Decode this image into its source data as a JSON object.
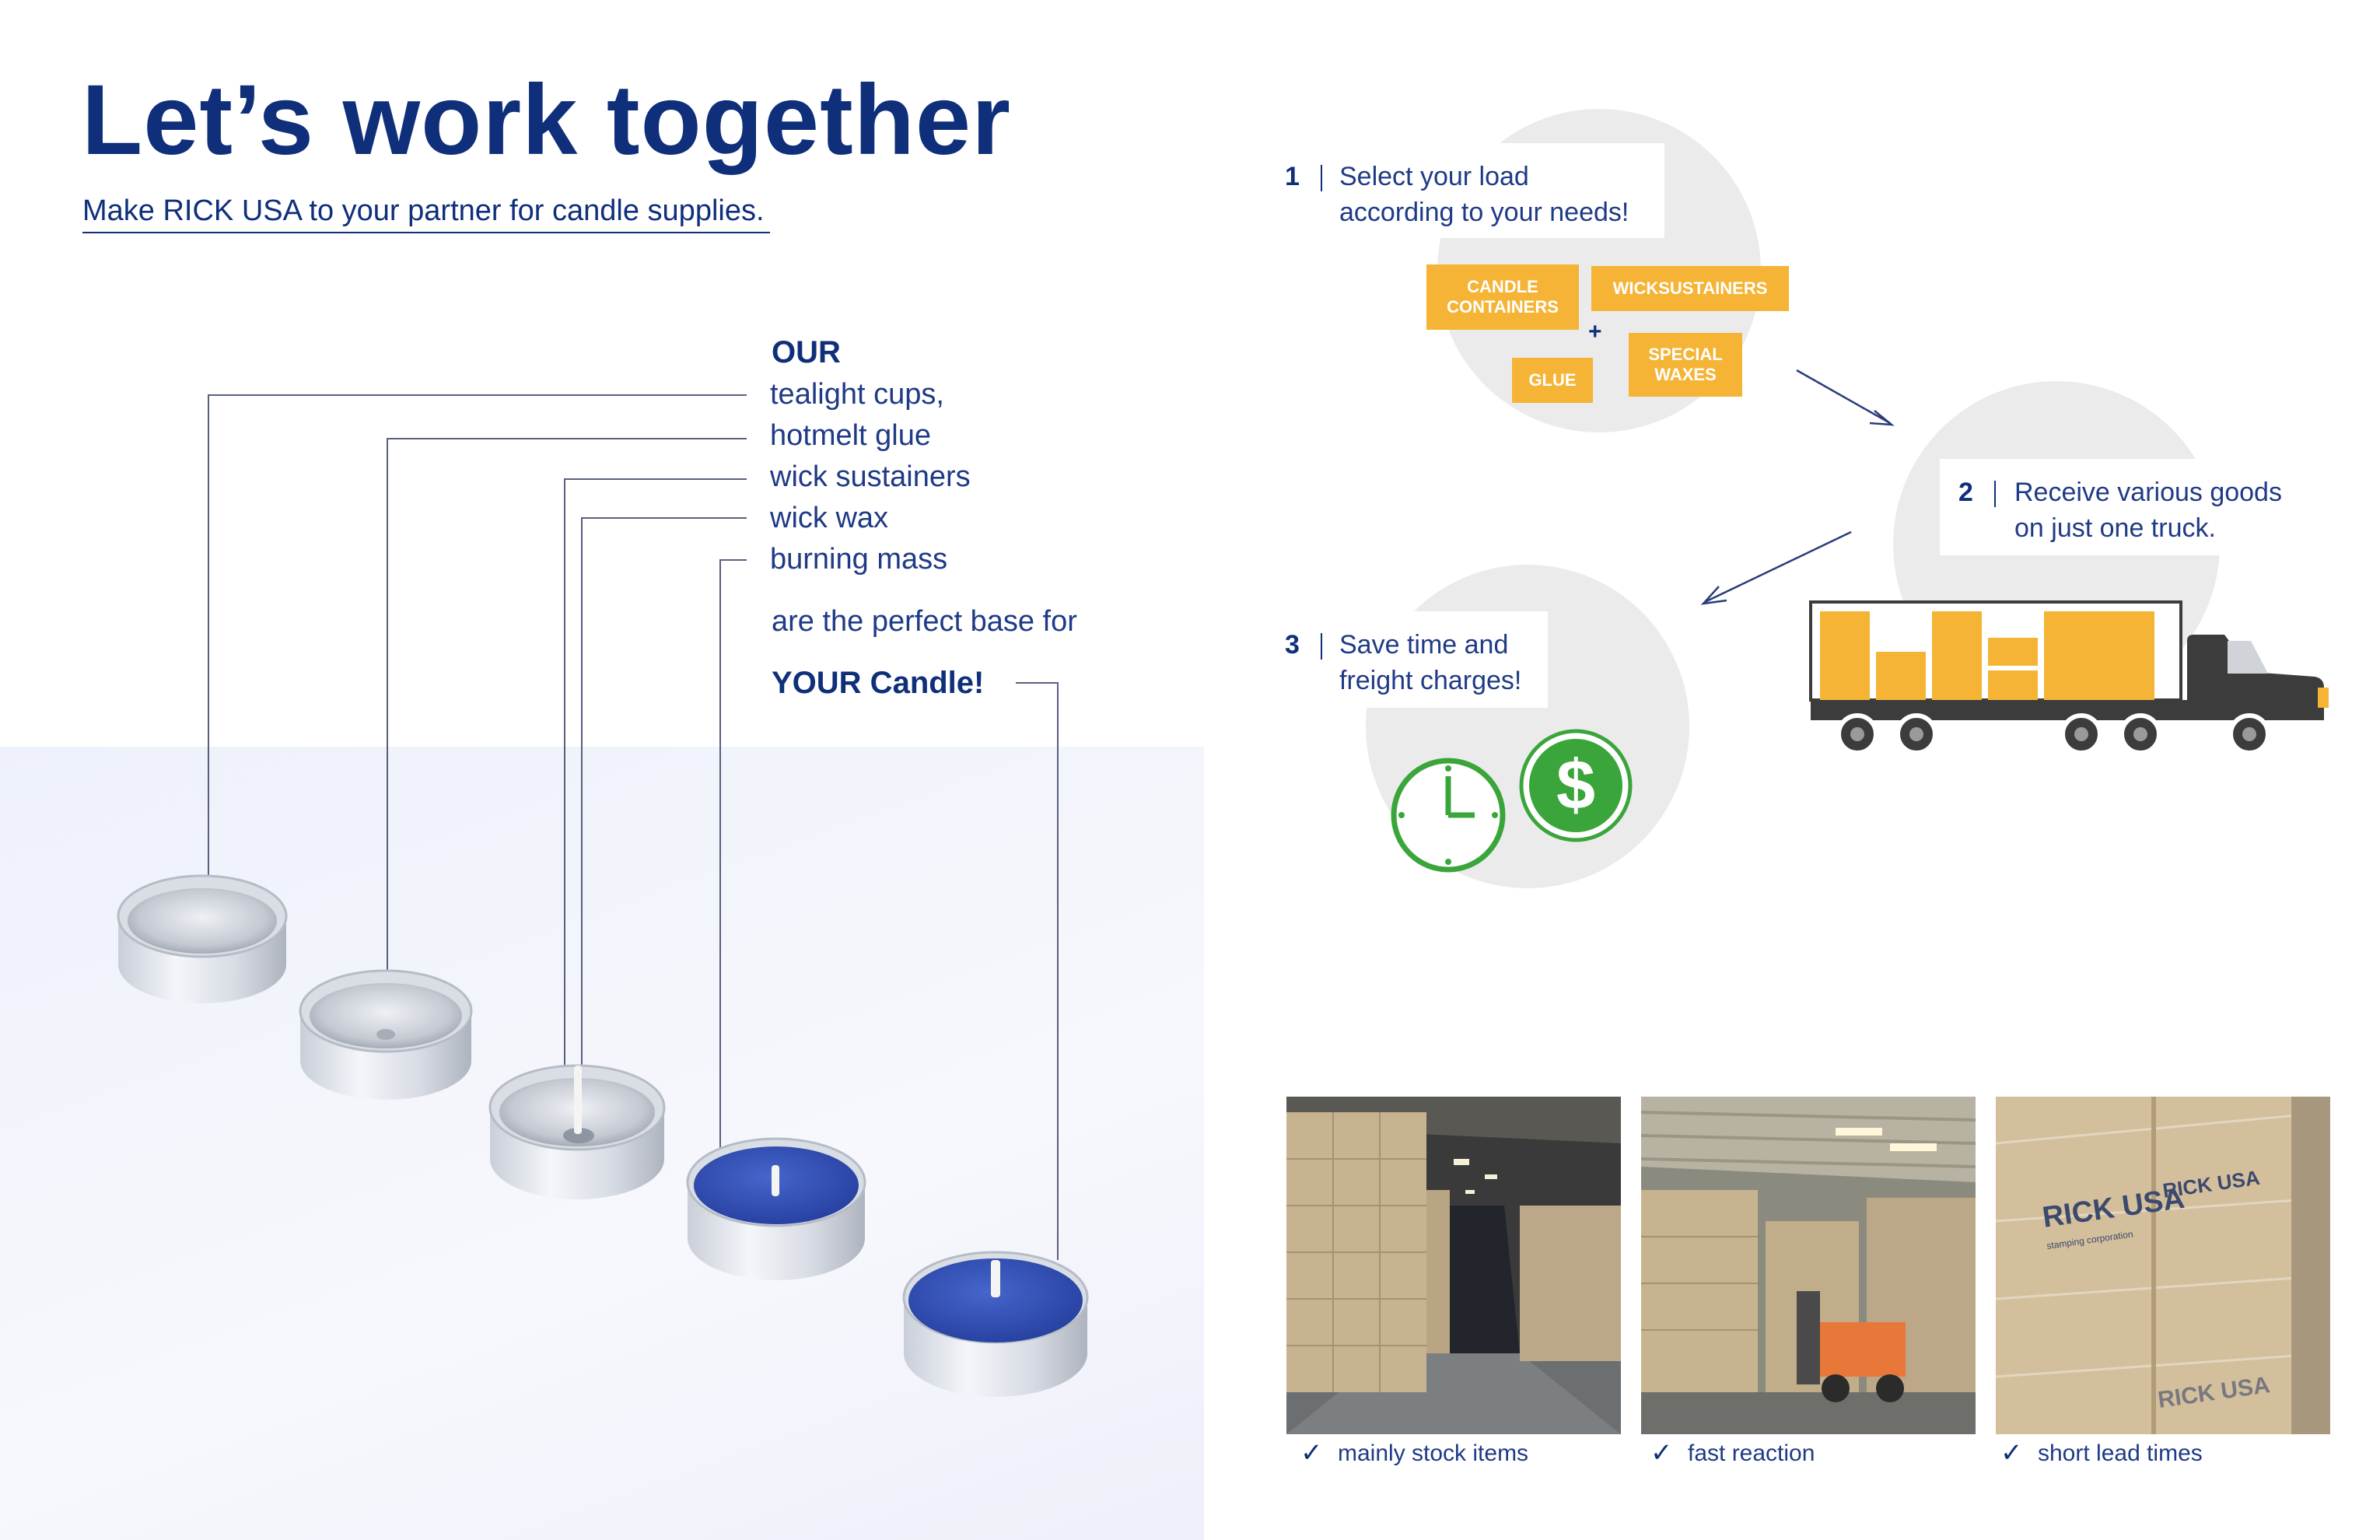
{
  "header": {
    "title": "Let’s work together",
    "subtitle": "Make RICK USA to your partner for candle supplies."
  },
  "products": {
    "lead": "OUR",
    "items": [
      "tealight cups,",
      "hotmelt glue",
      "wick sustainers",
      "wick wax",
      "burning mass"
    ],
    "perfect_base": "are the perfect base for",
    "your_candle": "YOUR Candle!"
  },
  "steps": [
    {
      "number": "1",
      "line1": "Select your load",
      "line2": "according to your needs!"
    },
    {
      "number": "2",
      "line1": "Receive various goods",
      "line2": "on just one truck."
    },
    {
      "number": "3",
      "line1": "Save time and",
      "line2": "freight charges!"
    }
  ],
  "tags": {
    "candle_containers": "CANDLE CONTAINERS",
    "wicksustainers": "WICKSUSTAINERS",
    "plus": "+",
    "glue": "GLUE",
    "special_waxes": "SPECIAL WAXES"
  },
  "benefits": [
    {
      "check": "✓",
      "label": "mainly stock items"
    },
    {
      "check": "✓",
      "label": "fast reaction"
    },
    {
      "check": "✓",
      "label": "short lead times"
    }
  ],
  "brand_box_label": "RICK USA",
  "brand_box_sub": "stamping corporation",
  "colors": {
    "navy": "#0f2f7a",
    "orange": "#f5b435",
    "green": "#3aa53a",
    "truck": "#3c3c3c",
    "circle": "#ebebeb",
    "candle_blue": "#2f4fb5"
  }
}
